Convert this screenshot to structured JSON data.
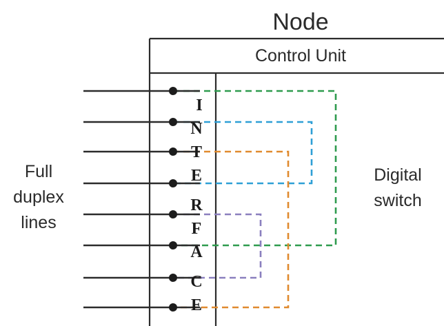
{
  "title": "Node",
  "control_unit_label": "Control Unit",
  "left_label": [
    "Full",
    "duplex",
    "lines"
  ],
  "right_label": [
    "Digital",
    "switch"
  ],
  "interface_letters": [
    "I",
    "N",
    "T",
    "E",
    "R",
    "F",
    "A",
    "C",
    "E"
  ],
  "line_count": 8,
  "connections": [
    {
      "from_line": 1,
      "to_line": 6,
      "color": "#2e9b4e"
    },
    {
      "from_line": 2,
      "to_line": 4,
      "color": "#2e9fd6"
    },
    {
      "from_line": 3,
      "to_line": 8,
      "color": "#e08a2e"
    },
    {
      "from_line": 5,
      "to_line": 7,
      "color": "#8a7fbe"
    }
  ]
}
